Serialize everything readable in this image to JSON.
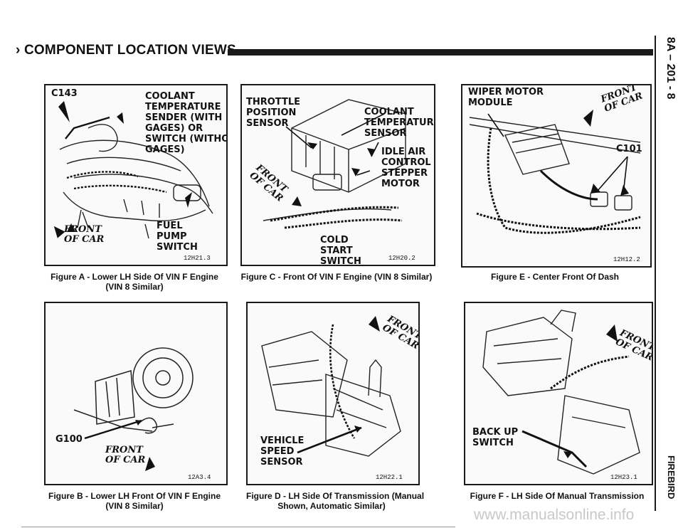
{
  "header": {
    "title": "COMPONENT LOCATION VIEWS",
    "side_code": "8A – 201 - 8",
    "side_model": "FIREBIRD"
  },
  "figures": [
    {
      "id": "A",
      "labels": [
        "C143",
        "COOLANT\nTEMPERATURE\nSENDER (WITH\nGAGES) OR\nSWITCH (WITHOUT\nGAGES)",
        "FUEL\nPUMP\nSWITCH"
      ],
      "front": "FRONT\nOF CAR",
      "code": "12H21.3",
      "caption": "Figure A - Lower LH Side Of VIN F Engine\n(VIN 8 Similar)"
    },
    {
      "id": "B",
      "labels": [
        "G100"
      ],
      "front": "FRONT\nOF CAR",
      "code": "12A3.4",
      "caption": "Figure B - Lower LH Front Of VIN F Engine\n(VIN 8 Similar)"
    },
    {
      "id": "C",
      "labels": [
        "THROTTLE\nPOSITION\nSENSOR",
        "COOLANT\nTEMPERATURE\nSENSOR",
        "IDLE AIR\nCONTROL\nSTEPPER\nMOTOR",
        "COLD\nSTART\nSWITCH"
      ],
      "front": "FRONT\nOF CAR",
      "code": "12H20.2",
      "caption": "Figure C - Front Of VIN F Engine (VIN 8 Similar)"
    },
    {
      "id": "D",
      "labels": [
        "VEHICLE\nSPEED\nSENSOR"
      ],
      "front": "FRONT\nOF CAR",
      "code": "12H22.1",
      "caption": "Figure D - LH Side Of Transmission (Manual\nShown, Automatic Similar)"
    },
    {
      "id": "E",
      "labels": [
        "WIPER MOTOR\nMODULE",
        "C101"
      ],
      "front": "FRONT\nOF CAR",
      "code": "12H12.2",
      "caption": "Figure E - Center Front Of Dash"
    },
    {
      "id": "F",
      "labels": [
        "BACK UP\nSWITCH"
      ],
      "front": "FRONT\nOF CAR",
      "code": "12H23.1",
      "caption": "Figure F - LH Side Of Manual Transmission"
    }
  ],
  "footer": {
    "url": "www.manualsonline.info"
  }
}
